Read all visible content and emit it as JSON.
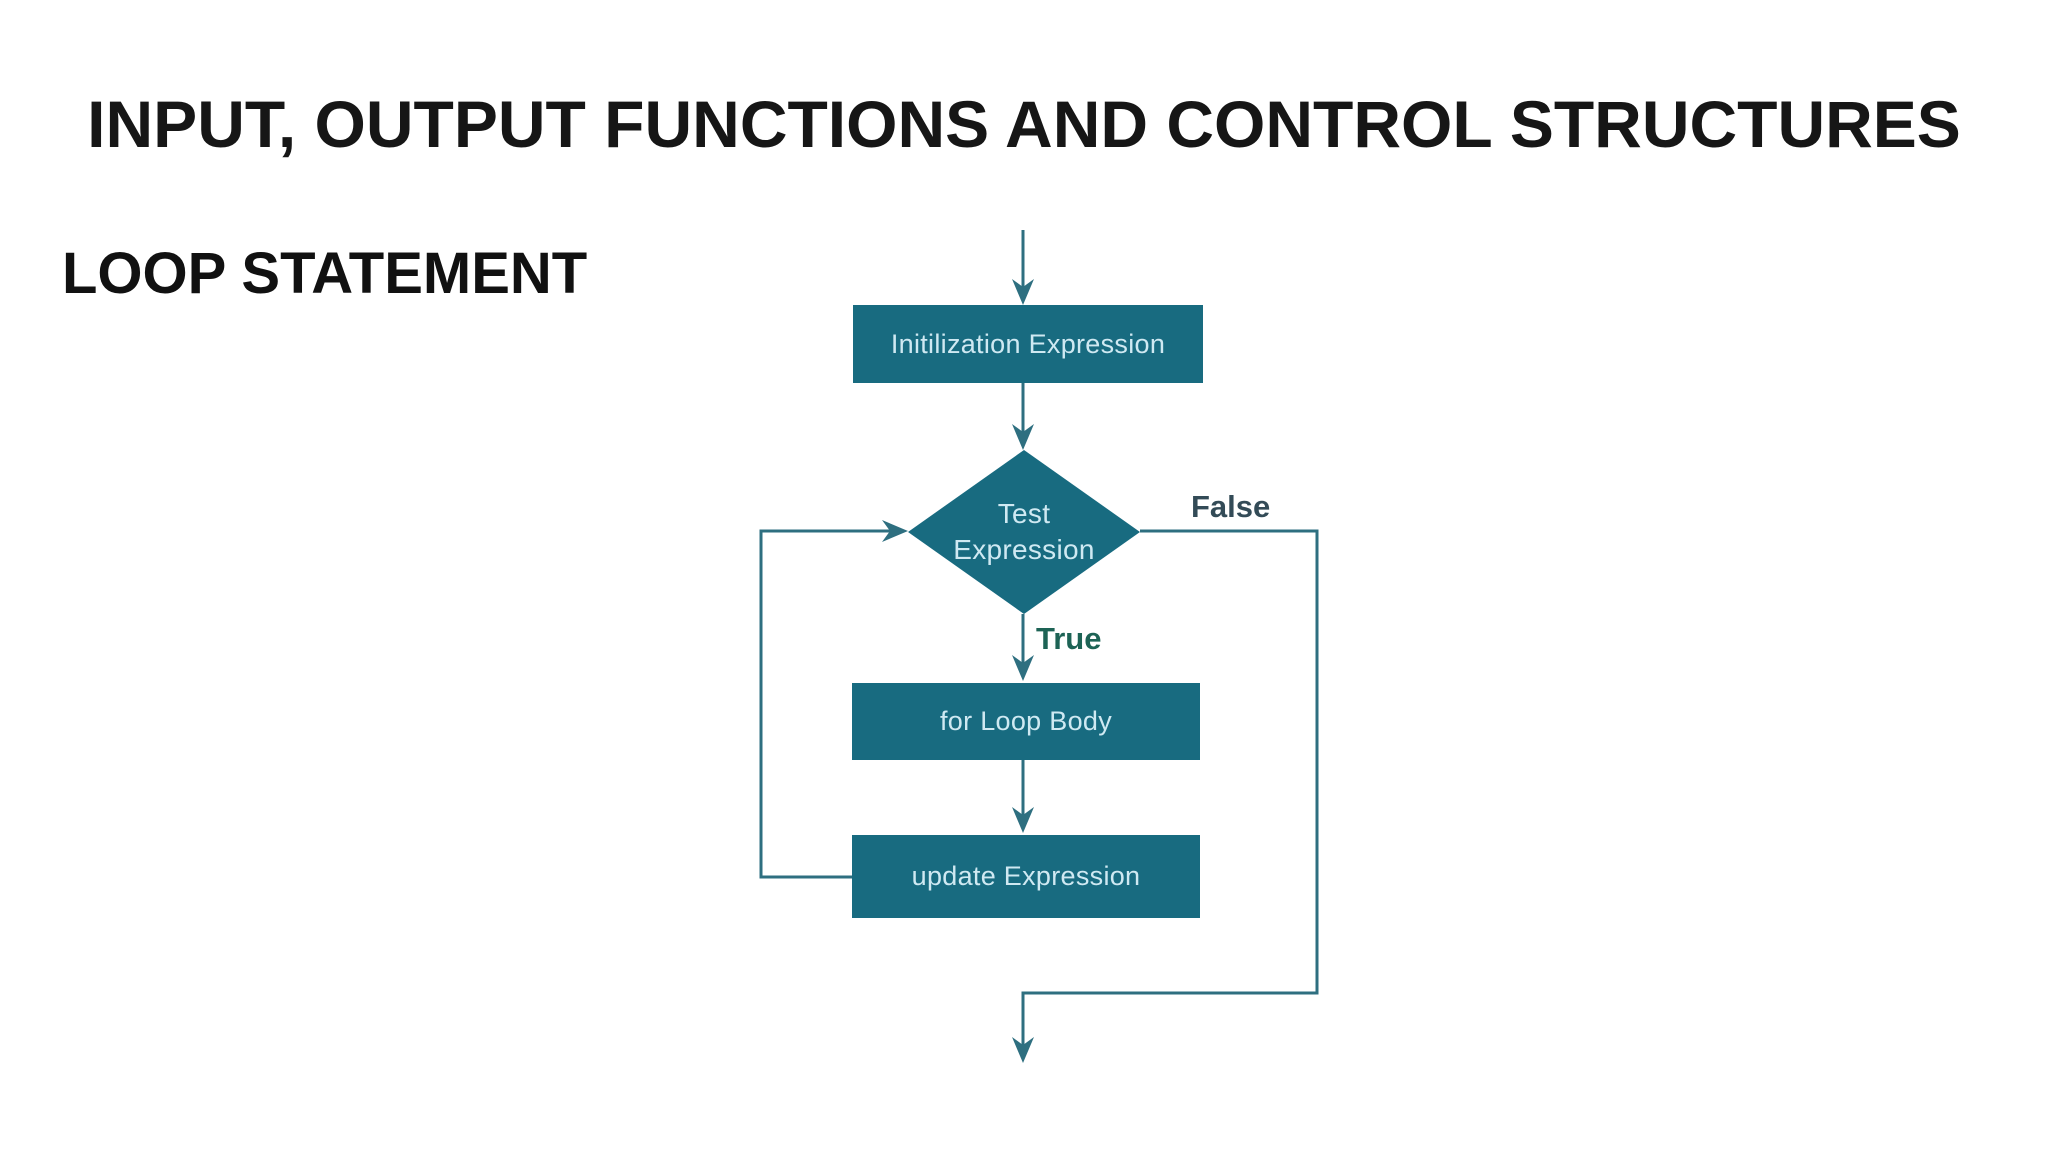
{
  "slide": {
    "title": "INPUT, OUTPUT FUNCTIONS AND CONTROL STRUCTURES",
    "subtitle": "LOOP STATEMENT"
  },
  "flowchart": {
    "type": "flowchart",
    "nodes": {
      "initialization": {
        "label": "Initilization Expression",
        "shape": "rectangle"
      },
      "test": {
        "label": "Test Expression",
        "lines": [
          "Test",
          "Expression"
        ],
        "shape": "diamond"
      },
      "loop_body": {
        "label": "for Loop Body",
        "shape": "rectangle"
      },
      "update": {
        "label": "update Expression",
        "shape": "rectangle"
      }
    },
    "edges": {
      "true_label": "True",
      "false_label": "False",
      "sequence": [
        "start -> Initilization Expression",
        "Initilization Expression -> Test Expression",
        "Test Expression -True-> for Loop Body",
        "for Loop Body -> update Expression",
        "update Expression -> Test Expression (loop back)",
        "Test Expression -False-> exit"
      ]
    },
    "colors": {
      "node_fill": "#186b80",
      "node_text": "#cfe9f2",
      "connector": "#2e6f80",
      "false_label_color": "#334b57",
      "true_label_color": "#1d6355",
      "background": "#ffffff",
      "title_color": "#161616"
    }
  }
}
